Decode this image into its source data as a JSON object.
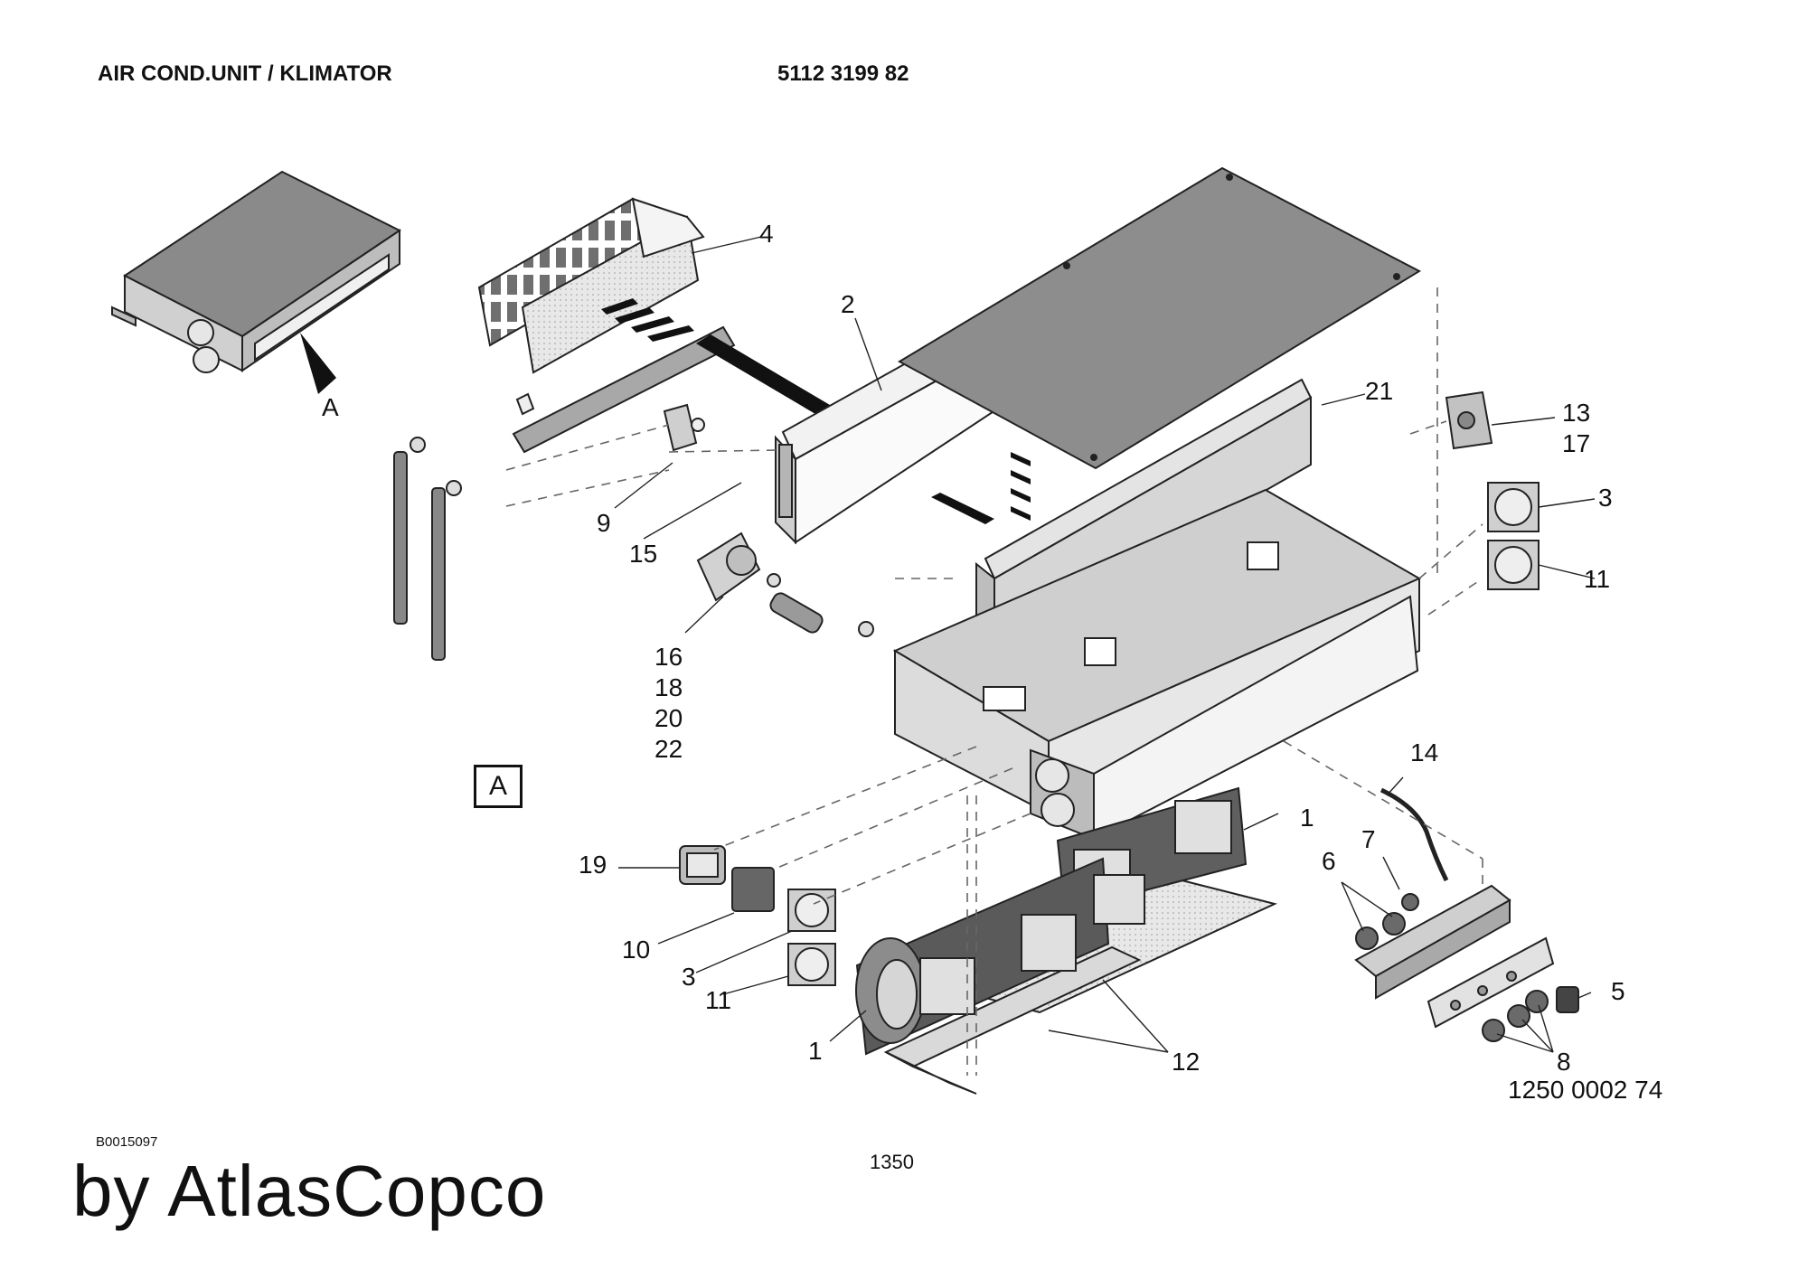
{
  "header": {
    "title": "AIR COND.UNIT / KLIMATOR",
    "part_number": "5112 3199 82"
  },
  "diagram": {
    "drawing_code": "1250 0002 74",
    "view_label": "A",
    "view_arrow_label": "A",
    "callouts": [
      {
        "id": "c4",
        "text": "4"
      },
      {
        "id": "c2",
        "text": "2"
      },
      {
        "id": "c21",
        "text": "21"
      },
      {
        "id": "c13",
        "text": "13"
      },
      {
        "id": "c17",
        "text": "17"
      },
      {
        "id": "c3a",
        "text": "3"
      },
      {
        "id": "c11a",
        "text": "11"
      },
      {
        "id": "c9",
        "text": "9"
      },
      {
        "id": "c15",
        "text": "15"
      },
      {
        "id": "c16",
        "text": "16"
      },
      {
        "id": "c18",
        "text": "18"
      },
      {
        "id": "c20",
        "text": "20"
      },
      {
        "id": "c22",
        "text": "22"
      },
      {
        "id": "c14",
        "text": "14"
      },
      {
        "id": "c1a",
        "text": "1"
      },
      {
        "id": "c7",
        "text": "7"
      },
      {
        "id": "c6",
        "text": "6"
      },
      {
        "id": "c19",
        "text": "19"
      },
      {
        "id": "c10",
        "text": "10"
      },
      {
        "id": "c3b",
        "text": "3"
      },
      {
        "id": "c11b",
        "text": "11"
      },
      {
        "id": "c5",
        "text": "5"
      },
      {
        "id": "c8",
        "text": "8"
      },
      {
        "id": "c1b",
        "text": "1"
      },
      {
        "id": "c12",
        "text": "12"
      }
    ]
  },
  "footer": {
    "ref_code": "B0015097",
    "page": "1350",
    "brand": "by AtlasCopco"
  }
}
